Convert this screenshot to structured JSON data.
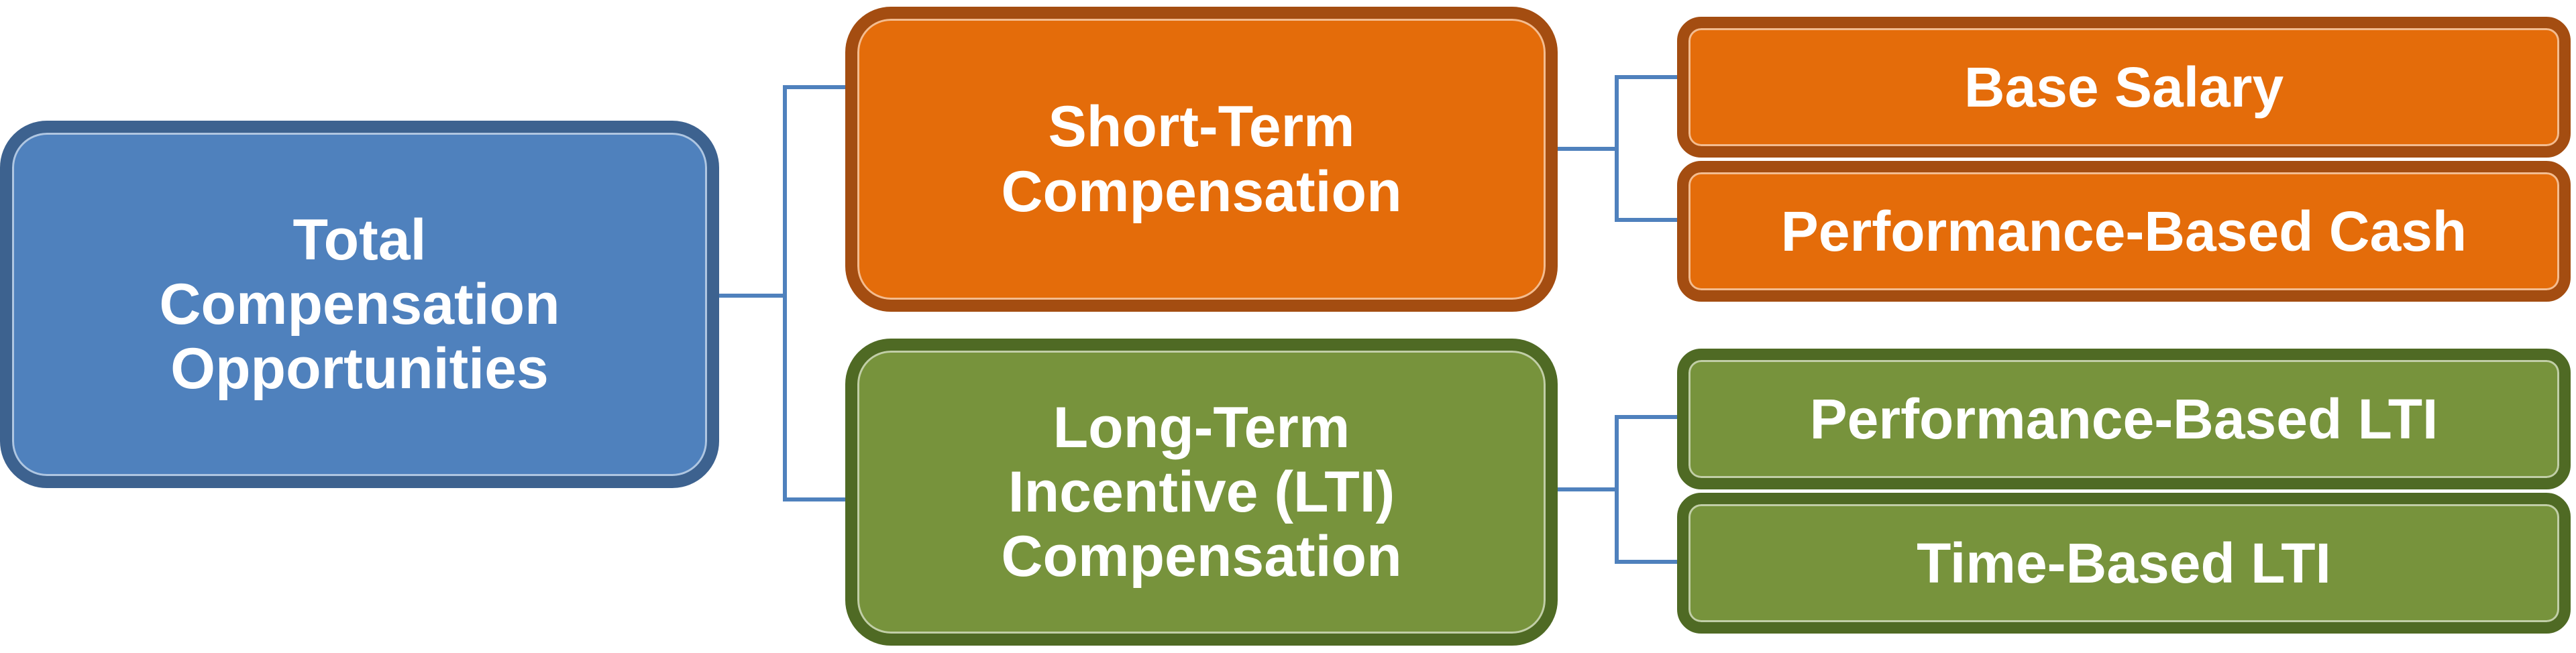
{
  "colors": {
    "root_fill": "#4f81bd",
    "orange_fill": "#e46c0a",
    "green_fill": "#77933c",
    "connector": "#4f81bd"
  },
  "root": {
    "lines": [
      "Total",
      "Compensation",
      "Opportunities"
    ]
  },
  "short_term": {
    "lines": [
      "Short-Term",
      "Compensation"
    ],
    "children": [
      "Base Salary",
      "Performance-Based Cash"
    ]
  },
  "long_term": {
    "lines": [
      "Long-Term",
      "Incentive (LTI)",
      "Compensation"
    ],
    "children": [
      "Performance-Based LTI",
      "Time-Based LTI"
    ]
  }
}
